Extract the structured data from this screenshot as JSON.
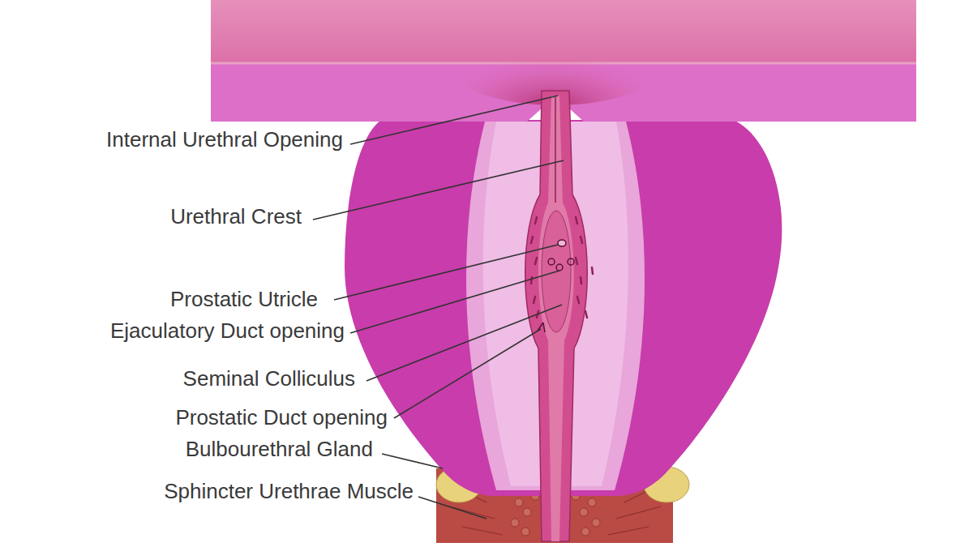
{
  "diagram": {
    "labels": [
      "Internal Urethral Opening",
      "Urethral Crest",
      "Prostatic Utricle",
      "Ejaculatory Duct opening",
      "Seminal Colliculus",
      "Prostatic Duct opening",
      "Bulbourethral Gland",
      "Sphincter Urethrae Muscle"
    ]
  }
}
